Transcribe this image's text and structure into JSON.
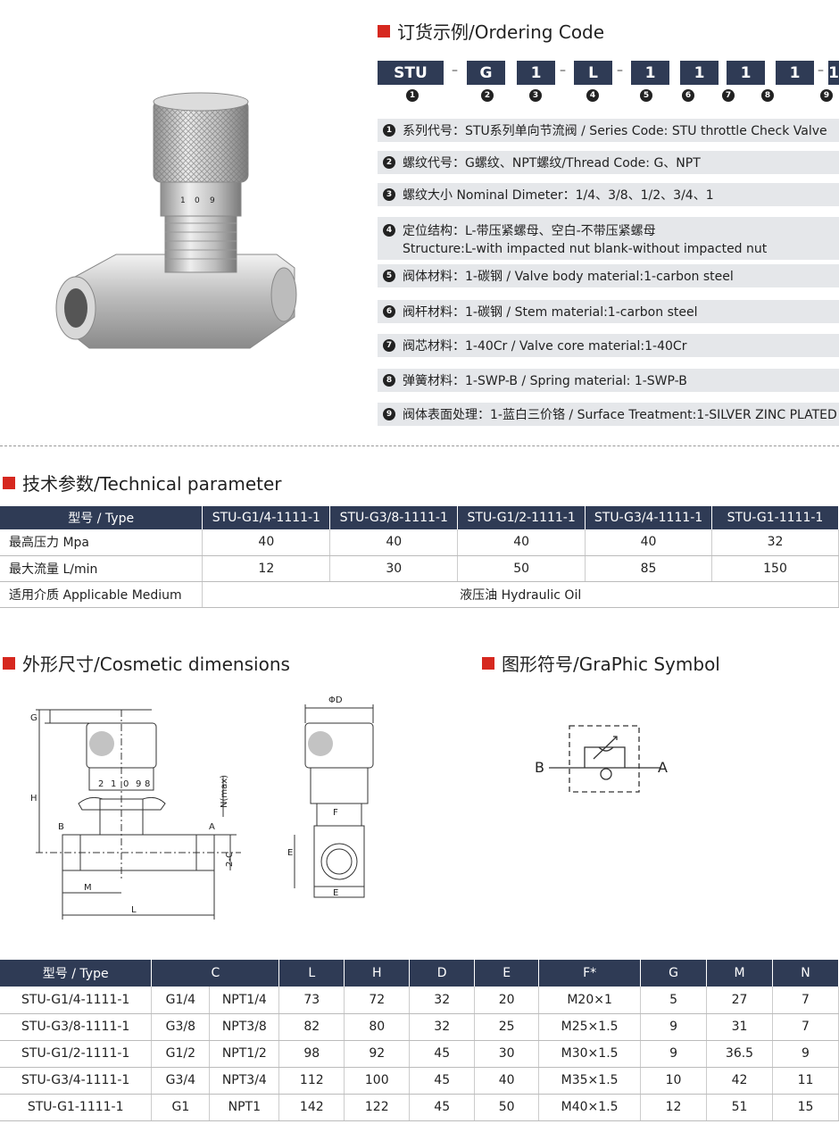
{
  "ordering": {
    "title": "订货示例/Ordering Code",
    "codes": [
      "STU",
      "G",
      "1",
      "L",
      "1",
      "1",
      "1",
      "1",
      "1"
    ],
    "numbers": [
      "1",
      "2",
      "3",
      "4",
      "5",
      "6",
      "7",
      "8",
      "9"
    ],
    "legend": [
      "系列代号：STU系列单向节流阀 / Series Code: STU throttle Check Valve",
      "螺纹代号：G螺纹、NPT螺纹/Thread Code: G、NPT",
      "螺纹大小 Nominal Dimeter：1/4、3/8、1/2、3/4、1",
      "定位结构：L-带压紧螺母、空白-不带压紧螺母",
      "阀体材料：1-碳钢 / Valve body material:1-carbon steel",
      "阀杆材料：1-碳钢 / Stem material:1-carbon steel",
      "阀芯材料：1-40Cr / Valve core material:1-40Cr",
      "弹簧材料：1-SWP-B / Spring material: 1-SWP-B",
      "阀体表面处理：1-蓝白三价铬 / Surface Treatment:1-SILVER ZINC PLATED"
    ],
    "legend4_line2": "Structure:L-with impacted nut    blank-without impacted nut"
  },
  "tech": {
    "title": "技术参数/Technical parameter",
    "headers": [
      "型号 / Type",
      "STU-G1/4-1111-1",
      "STU-G3/8-1111-1",
      "STU-G1/2-1111-1",
      "STU-G3/4-1111-1",
      "STU-G1-1111-1"
    ],
    "rows": [
      {
        "label": "最高压力 Mpa",
        "values": [
          "40",
          "40",
          "40",
          "40",
          "32"
        ]
      },
      {
        "label": "最大流量 L/min",
        "values": [
          "12",
          "30",
          "50",
          "85",
          "150"
        ]
      }
    ],
    "medium_label": "适用介质 Applicable Medium",
    "medium_value": "液压油 Hydraulic Oil"
  },
  "dims": {
    "title": "外形尺寸/Cosmetic dimensions",
    "labels": {
      "G": "G",
      "H": "H",
      "N": "N(max)",
      "B": "B",
      "A": "A",
      "C2": "2-C",
      "M": "M",
      "L": "L",
      "D": "ΦD",
      "F": "F",
      "E": "E",
      "E2": "E"
    },
    "dial": [
      "2",
      "1",
      "0",
      "9",
      "8"
    ]
  },
  "symbol": {
    "title": "图形符号/GraPhic Symbol",
    "left": "B",
    "right": "A"
  },
  "dimtable": {
    "headers": [
      "型号 / Type",
      "C",
      "L",
      "H",
      "D",
      "E",
      "F*",
      "G",
      "M",
      "N"
    ],
    "rows": [
      [
        "STU-G1/4-1111-1",
        "G1/4",
        "NPT1/4",
        "73",
        "72",
        "32",
        "20",
        "M20×1",
        "5",
        "27",
        "7"
      ],
      [
        "STU-G3/8-1111-1",
        "G3/8",
        "NPT3/8",
        "82",
        "80",
        "32",
        "25",
        "M25×1.5",
        "9",
        "31",
        "7"
      ],
      [
        "STU-G1/2-1111-1",
        "G1/2",
        "NPT1/2",
        "98",
        "92",
        "45",
        "30",
        "M30×1.5",
        "9",
        "36.5",
        "9"
      ],
      [
        "STU-G3/4-1111-1",
        "G3/4",
        "NPT3/4",
        "112",
        "100",
        "45",
        "40",
        "M35×1.5",
        "10",
        "42",
        "11"
      ],
      [
        "STU-G1-1111-1",
        "G1",
        "NPT1",
        "142",
        "122",
        "45",
        "50",
        "M40×1.5",
        "12",
        "51",
        "15"
      ]
    ]
  },
  "colors": {
    "header": "#2f3b55",
    "accent": "#d6281f",
    "legend_bg": "#e5e7ea"
  }
}
